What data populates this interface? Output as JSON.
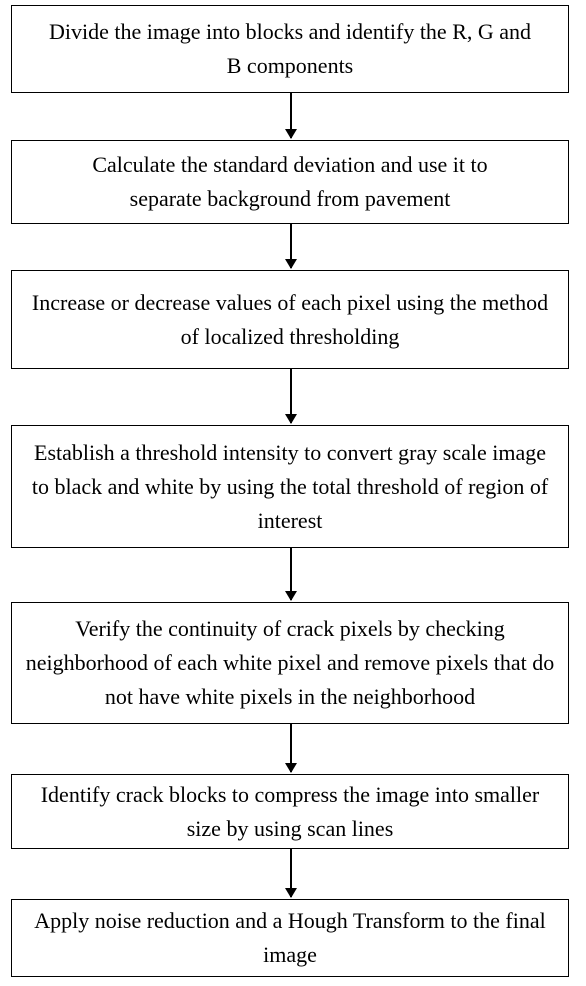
{
  "steps": [
    {
      "text": "Divide the image into blocks and identify the R, G and B components"
    },
    {
      "text": "Calculate the standard deviation and use it to separate background from pavement"
    },
    {
      "text": "Increase or decrease values of each pixel using the method of localized thresholding"
    },
    {
      "text": "Establish a threshold intensity to convert gray scale image to black and white by using the total threshold of region of interest"
    },
    {
      "text": "Verify the continuity of crack pixels by checking neighborhood of each white pixel and remove pixels that do not have white pixels in the neighborhood"
    },
    {
      "text": "Identify crack blocks to compress the image into smaller size by using scan lines"
    },
    {
      "text": "Apply noise reduction and a Hough Transform to the final image"
    }
  ]
}
